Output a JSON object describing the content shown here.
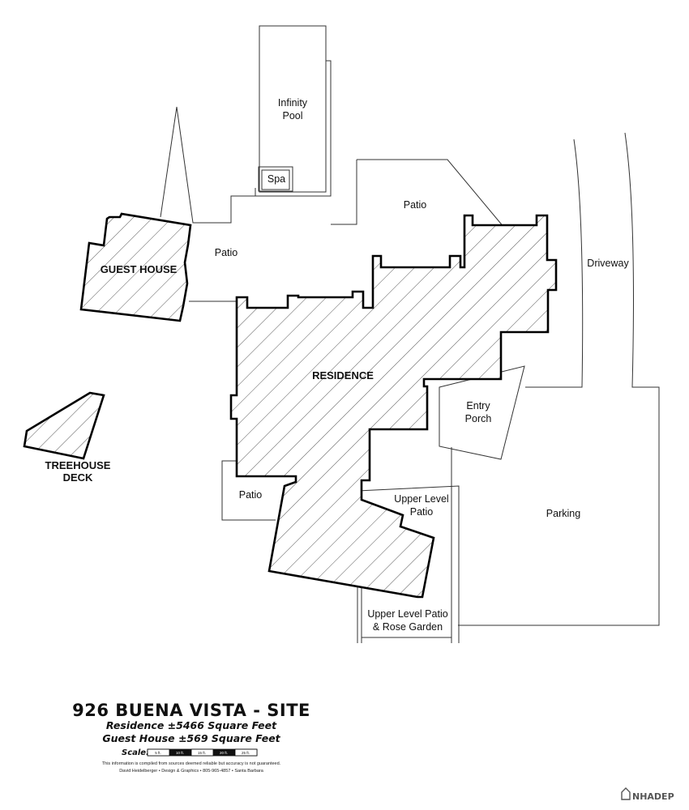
{
  "areas": {
    "infinity_pool": [
      "Infinity",
      "Pool"
    ],
    "spa": "Spa",
    "patio_top": "Patio",
    "patio_left": "Patio",
    "guest_house": "GUEST HOUSE",
    "driveway": "Driveway",
    "residence": "RESIDENCE",
    "entry_porch": [
      "Entry",
      "Porch"
    ],
    "treehouse_deck": [
      "TREEHOUSE",
      "DECK"
    ],
    "patio_lower": "Patio",
    "upper_level_patio": [
      "Upper Level",
      "Patio"
    ],
    "parking": "Parking",
    "upper_level_rose": [
      "Upper Level Patio",
      "& Rose Garden"
    ]
  },
  "title_block": {
    "title": "926 BUENA VISTA - SITE",
    "residence_sqft": "Residence ±5466 Square Feet",
    "guest_house_sqft": "Guest House ±569 Square Feet",
    "scale_label": "Scale:",
    "scale_ticks": [
      "5 ft.",
      "10 ft.",
      "15 ft.",
      "20 ft.",
      "25 ft."
    ],
    "disclaimer": "This information is compiled from sources deemed reliable but accuracy is not guaranteed.",
    "credit": "David Heidelberger • Design & Graphics • 805-965-4857 • Santa Barbara"
  },
  "watermark": "NHADEP"
}
